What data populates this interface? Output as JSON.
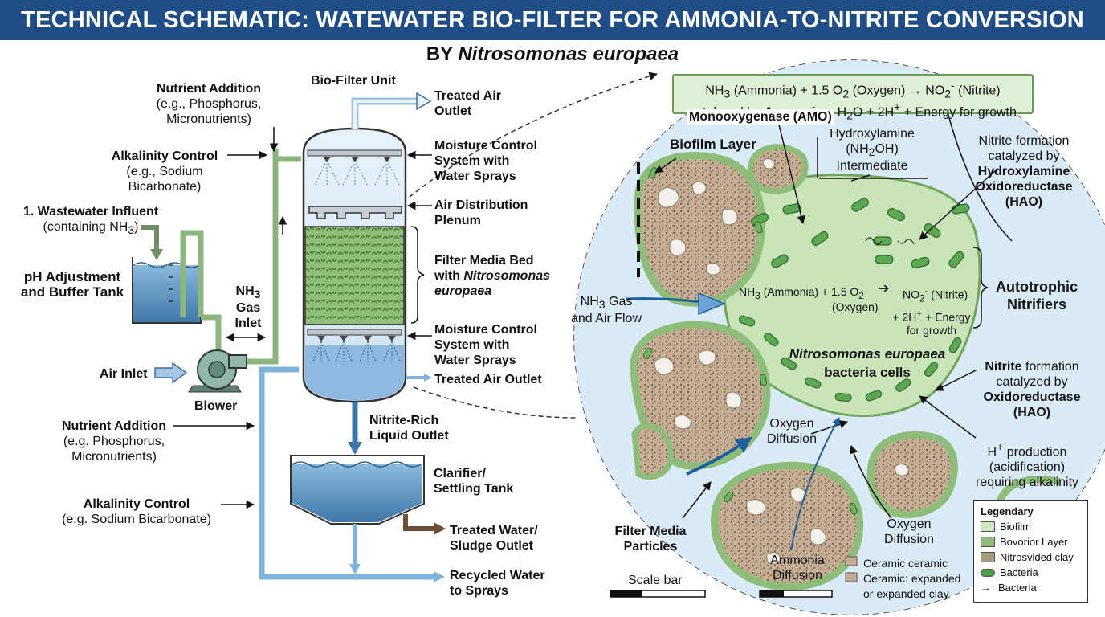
{
  "title": "TECHNICAL SCHEMATIC: WATEWATER BIO-FILTER FOR AMMONIA-TO-NITRITE CONVERSION",
  "subtitle_prefix": "BY ",
  "subtitle_species": "Nitrosomonas europaea",
  "colors": {
    "banner": "#1f4e86",
    "pipe_green": "#9fcb8d",
    "pipe_blue": "#7fb3dc",
    "biofilm": "#b9dca8",
    "clay": "#c8b49a",
    "water": "#5f95bd"
  },
  "left": {
    "nutrient_top_title": "Nutrient Addition",
    "nutrient_top_detail_1": "(e.g., Phosphorus,",
    "nutrient_top_detail_2": "Micronutrients)",
    "alkalinity_top_title": "Alkalinity Control",
    "alkalinity_top_detail_1": "(e.g., Sodium",
    "alkalinity_top_detail_2": "Bicarbonate)",
    "influent_title": "1. Wastewater Influent",
    "influent_detail": "(containing NH",
    "influent_sub": "3",
    "influent_close": ")",
    "tank_label_1": "pH Adjustment",
    "tank_label_2": "and Buffer Tank",
    "nh3_gas_1": "NH",
    "nh3_gas_sub": "3",
    "nh3_gas_2": "Gas",
    "nh3_gas_3": "Inlet",
    "air_inlet": "Air Inlet",
    "blower": "Blower",
    "nutrient_bottom_title": "Nutrient Addition",
    "nutrient_bottom_detail_1": "(e.g. Phosphorus,",
    "nutrient_bottom_detail_2": "Micronutrients)",
    "alkalinity_bottom_title": "Alkalinity Control",
    "alkalinity_bottom_detail": "(e.g. Sodium Bicarbonate)"
  },
  "column": {
    "unit_label": "Bio-Filter Unit",
    "treated_air_top_1": "Treated Air",
    "treated_air_top_2": "Outlet",
    "moisture_top_1": "Moisture Control",
    "moisture_top_2": "System with",
    "moisture_top_3": "Water Sprays",
    "plenum_1": "Air Distribution",
    "plenum_2": "Plenum",
    "media_1": "Filter Media Bed",
    "media_2": "with ",
    "media_2_italic": "Nitrosomonas",
    "media_3": "europaea",
    "moisture_bottom_1": "Moisture Control",
    "moisture_bottom_2": "System with",
    "moisture_bottom_3": "Water Sprays",
    "treated_air_bottom": "Treated Air Outlet",
    "liquid_outlet_1": "Nitrite-Rich",
    "liquid_outlet_2": "Liquid Outlet",
    "clarifier_1": "Clarifier/",
    "clarifier_2": "Settling Tank",
    "treated_water_1": "Treated Water/",
    "treated_water_2": "Sludge Outlet",
    "recycled_1": "Recycled Water",
    "recycled_2": "to Sprays"
  },
  "micro": {
    "eq_top_a": "NH",
    "eq_top_a_sub": "3",
    "eq_top_b": " (Ammonia) + 1.5 O",
    "eq_top_b_sub": "2",
    "eq_top_c": " (Oxygen) → NO",
    "eq_top_c_sub": "2",
    "eq_top_c_sup": "-",
    "eq_top_d": " (Nitrite)",
    "eq_bottom_a": "catalyzed by ",
    "eq_bottom_b": "Ammonia",
    "eq_bottom_c": "  + H",
    "eq_bottom_c_sub": "2",
    "eq_bottom_d": "O + 2H",
    "eq_bottom_d_sup": "+",
    "eq_bottom_e": " + Energy for growth",
    "enzyme_amo": "Monooxygenase (AMO)",
    "biofilm_layer": "Biofilm Layer",
    "hydroxylamine_1": "Hydroxylamine",
    "hydroxylamine_2a": "(NH",
    "hydroxylamine_2_sub": "2",
    "hydroxylamine_2b": "OH)",
    "hydroxylamine_3": "Intermediate",
    "nitrite_hao_1": "Nitrite formation",
    "nitrite_hao_2": "catalyzed by",
    "nitrite_hao_3": "Hydroxylamine",
    "nitrite_hao_4": "Oxidoreductase",
    "nitrite_hao_5": "(HAO)",
    "gas_flow_1a": "NH",
    "gas_flow_1_sub": "3",
    "gas_flow_1b": " Gas",
    "gas_flow_2": "and Air Flow",
    "inner_eq_a": "NH",
    "inner_eq_a_sub": "3",
    "inner_eq_b": " (Ammonia) + 1.5 O",
    "inner_eq_b_sub": "2",
    "inner_eq_c": "NO",
    "inner_eq_c_sub": "2",
    "inner_eq_c_sup": "-",
    "inner_eq_d": " (Nitrite)",
    "inner_oxygen": "(Oxygen)",
    "inner_h_a": "+ 2",
    "inner_h_b": "H",
    "inner_h_sup": "+",
    "inner_h_c": " + Energy",
    "inner_growth": "for growth",
    "autotrophic_1": "Autotrophic",
    "autotrophic_2": "Nitrifiers",
    "species_name": "Nitrosomonas europaea",
    "species_cells": "bacteria cells",
    "nitrite_ox_1a": "Nitrite",
    "nitrite_ox_1b": " formation",
    "nitrite_ox_2": "catalyzed by",
    "nitrite_ox_3": "Oxidoreductase",
    "nitrite_ox_4": "(HAO)",
    "oxygen_diff_top_1": "Oxygen",
    "oxygen_diff_top_2": "Diffusion",
    "h_prod_1a": "H",
    "h_prod_1_sup": "+",
    "h_prod_1b": " production",
    "h_prod_2": "(acidification)",
    "h_prod_3": "requiring alkalinity",
    "filter_particles_1": "Filter Media",
    "filter_particles_2": "Particles",
    "oxygen_diff_bottom_1": "Oxygen",
    "oxygen_diff_bottom_2": "Diffusion",
    "ammonia_diff_1": "Ammonia",
    "ammonia_diff_2": "Diffusion",
    "scale_bar": "Scale bar",
    "ceramic_1": "Ceramic ceramic",
    "ceramic_2": "Ceramic: expanded",
    "ceramic_3": "or expanded clay"
  },
  "legend": {
    "title": "Legendary",
    "items": [
      "Biofilm",
      "Bovorior Layer",
      "Nitrosvided clay",
      "Bacteria",
      "Bacteria"
    ]
  }
}
